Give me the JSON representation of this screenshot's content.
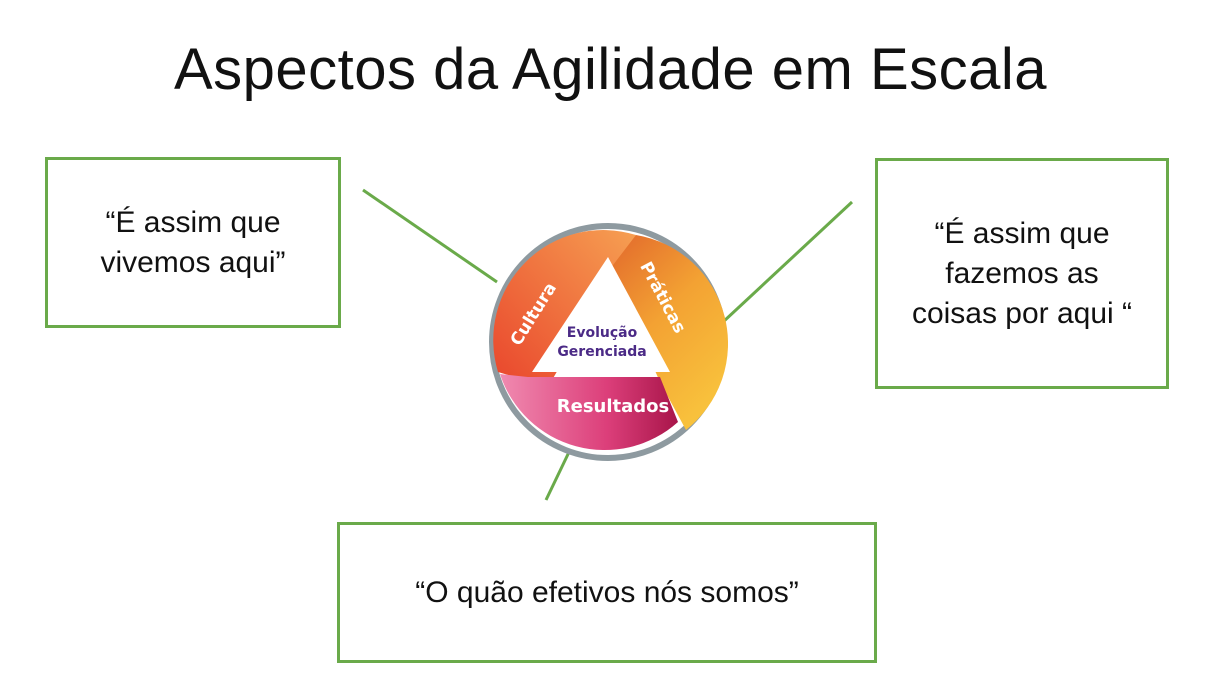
{
  "title": "Aspectos da Agilidade em Escala",
  "boxes": {
    "left": "“É assim que\nvivemos aqui”",
    "right": "“É assim que\nfazemos as\ncoisas por aqui “",
    "bottom": "“O quão efetivos nós somos”"
  },
  "wheel": {
    "segments": {
      "cultura": "Cultura",
      "praticas": "Práticas",
      "resultados": "Resultados"
    },
    "center_line1": "Evolução",
    "center_line2": "Gerenciada"
  },
  "colors": {
    "box_border": "#6aaa4a",
    "connector": "#6aaa4a",
    "center_text": "#4b2a86",
    "ring": "#8e9aa0"
  }
}
